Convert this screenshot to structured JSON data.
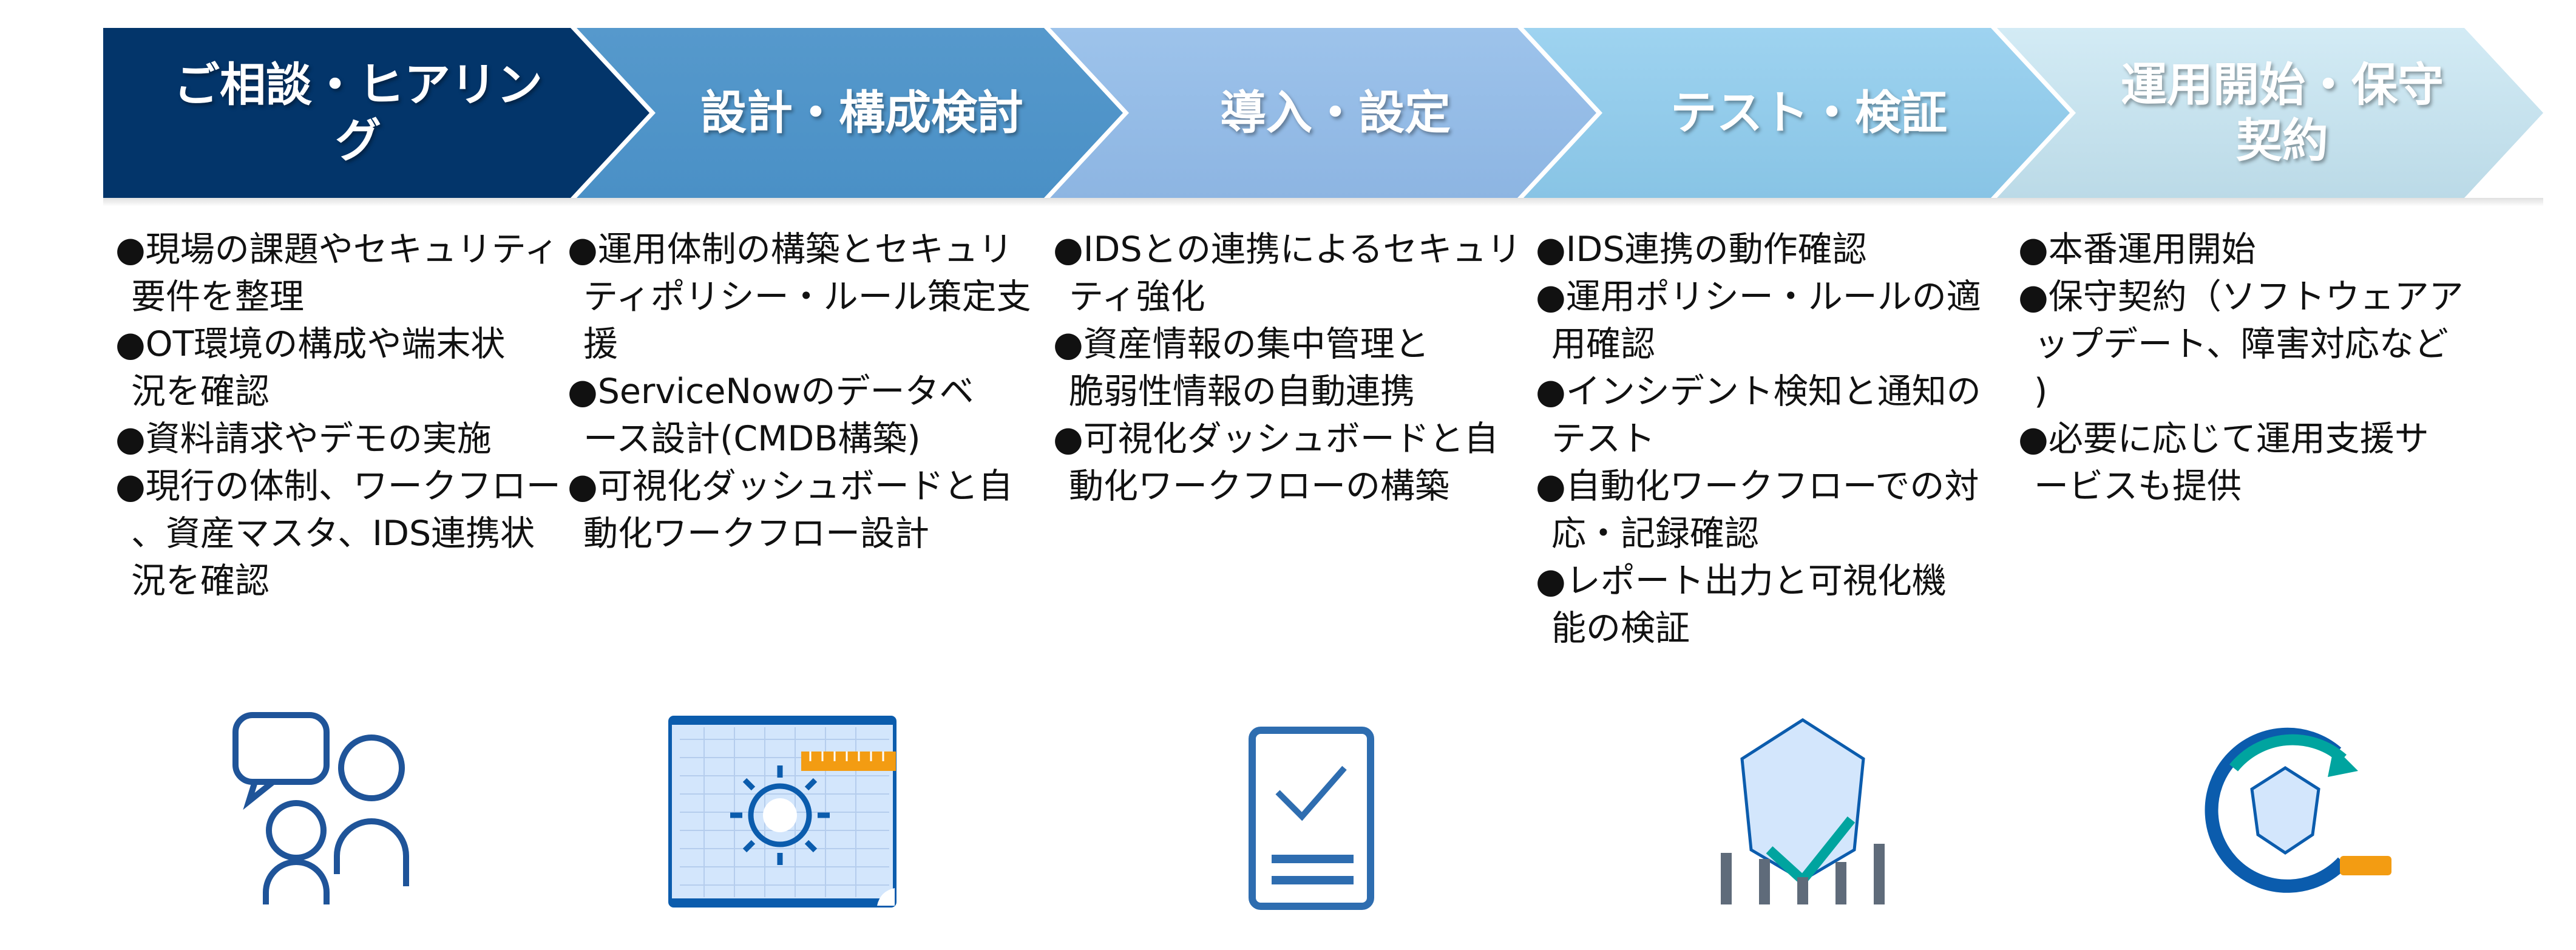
{
  "steps": [
    {
      "title": "ご相談・ヒアリング",
      "color": "#03356A",
      "icon": "consultation-people-icon",
      "items": [
        [
          "●現場の課題やセキュリティ",
          "要件を整理"
        ],
        [
          "●OT環境の構成や端末状",
          "況を確認"
        ],
        [
          "●資料請求やデモの実施"
        ],
        [
          "●現行の体制、ワークフロー",
          "、資産マスタ、IDS連携状",
          "況を確認"
        ]
      ]
    },
    {
      "title": "設計・構成検討",
      "color": "#4D93C8",
      "icon": "design-blueprint-gear-icon",
      "items": [
        [
          "●運用体制の構築とセキュリ",
          "ティポリシー・ルール策定支",
          "援"
        ],
        [
          "●ServiceNowのデータベ",
          "ース設計(CMDB構築)"
        ],
        [
          "●可視化ダッシュボードと自",
          "動化ワークフロー設計"
        ]
      ]
    },
    {
      "title": "導入・設定",
      "color": "#8EB6E2",
      "icon": "document-check-icon",
      "items": [
        [
          "●IDSとの連携によるセキュリ",
          "ティ強化"
        ],
        [
          "●資産情報の集中管理と",
          "脆弱性情報の自動連携"
        ],
        [
          "●可視化ダッシュボードと自",
          "動化ワークフローの構築"
        ]
      ]
    },
    {
      "title": "テスト・検証",
      "color": "#8AC6E6",
      "icon": "shield-check-chart-icon",
      "items": [
        [
          "●IDS連携の動作確認"
        ],
        [
          "●運用ポリシー・ルールの適",
          "用確認"
        ],
        [
          "●インシデント検知と通知の",
          "テスト"
        ],
        [
          "●自動化ワークフローでの対",
          "応・記録確認"
        ],
        [
          "●レポート出力と可視化機",
          "能の検証"
        ]
      ]
    },
    {
      "title": "運用開始・保守契約",
      "color": "#BEDCE8",
      "icon": "shield-cycle-icon",
      "items": [
        [
          "●本番運用開始"
        ],
        [
          "●保守契約（ソフトウェアア",
          "ップデート、障害対応など",
          ")"
        ],
        [
          "●必要に応じて運用支援サ",
          "ービスも提供"
        ]
      ]
    }
  ],
  "colors": {
    "icon_blue": "#0B5CAD",
    "icon_fill": "#D3E6FC",
    "teal": "#00A49F",
    "orange": "#F39C12",
    "bar_gray": "#5F6B7A"
  }
}
